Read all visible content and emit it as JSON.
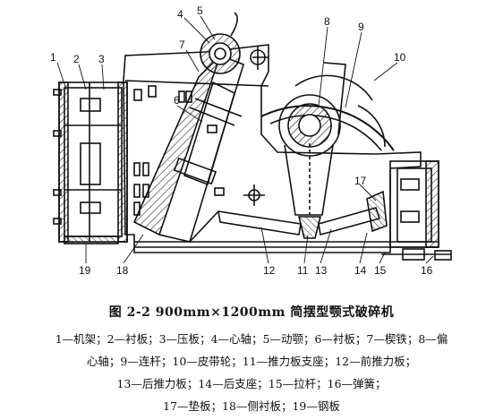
{
  "figure": {
    "caption": "图 2-2   900mm×1200mm 简摆型颚式破碎机",
    "callouts": [
      "1",
      "2",
      "3",
      "4",
      "5",
      "6",
      "7",
      "8",
      "9",
      "10",
      "11",
      "12",
      "13",
      "14",
      "15",
      "16",
      "17",
      "18",
      "19"
    ]
  },
  "legend": {
    "lines": [
      [
        "1—机架；",
        "2—衬板；",
        "3—压板；",
        "4—心轴；",
        "5—动颚；",
        "6—衬板；",
        "7—楔铁；",
        "8—偏"
      ],
      [
        "心轴；",
        "9—连杆；",
        "10—皮带轮；",
        "11—推力板支座；",
        "12—前推力板；"
      ],
      [
        "13—后推力板；",
        "14—后支座；",
        "15—拉杆；",
        "16—弹簧；"
      ],
      [
        "17—垫板；",
        "18—侧衬板；",
        "19—钢板"
      ]
    ]
  },
  "colors": {
    "ink": "#111111",
    "background": "#ffffff",
    "hatch": "#222222"
  }
}
